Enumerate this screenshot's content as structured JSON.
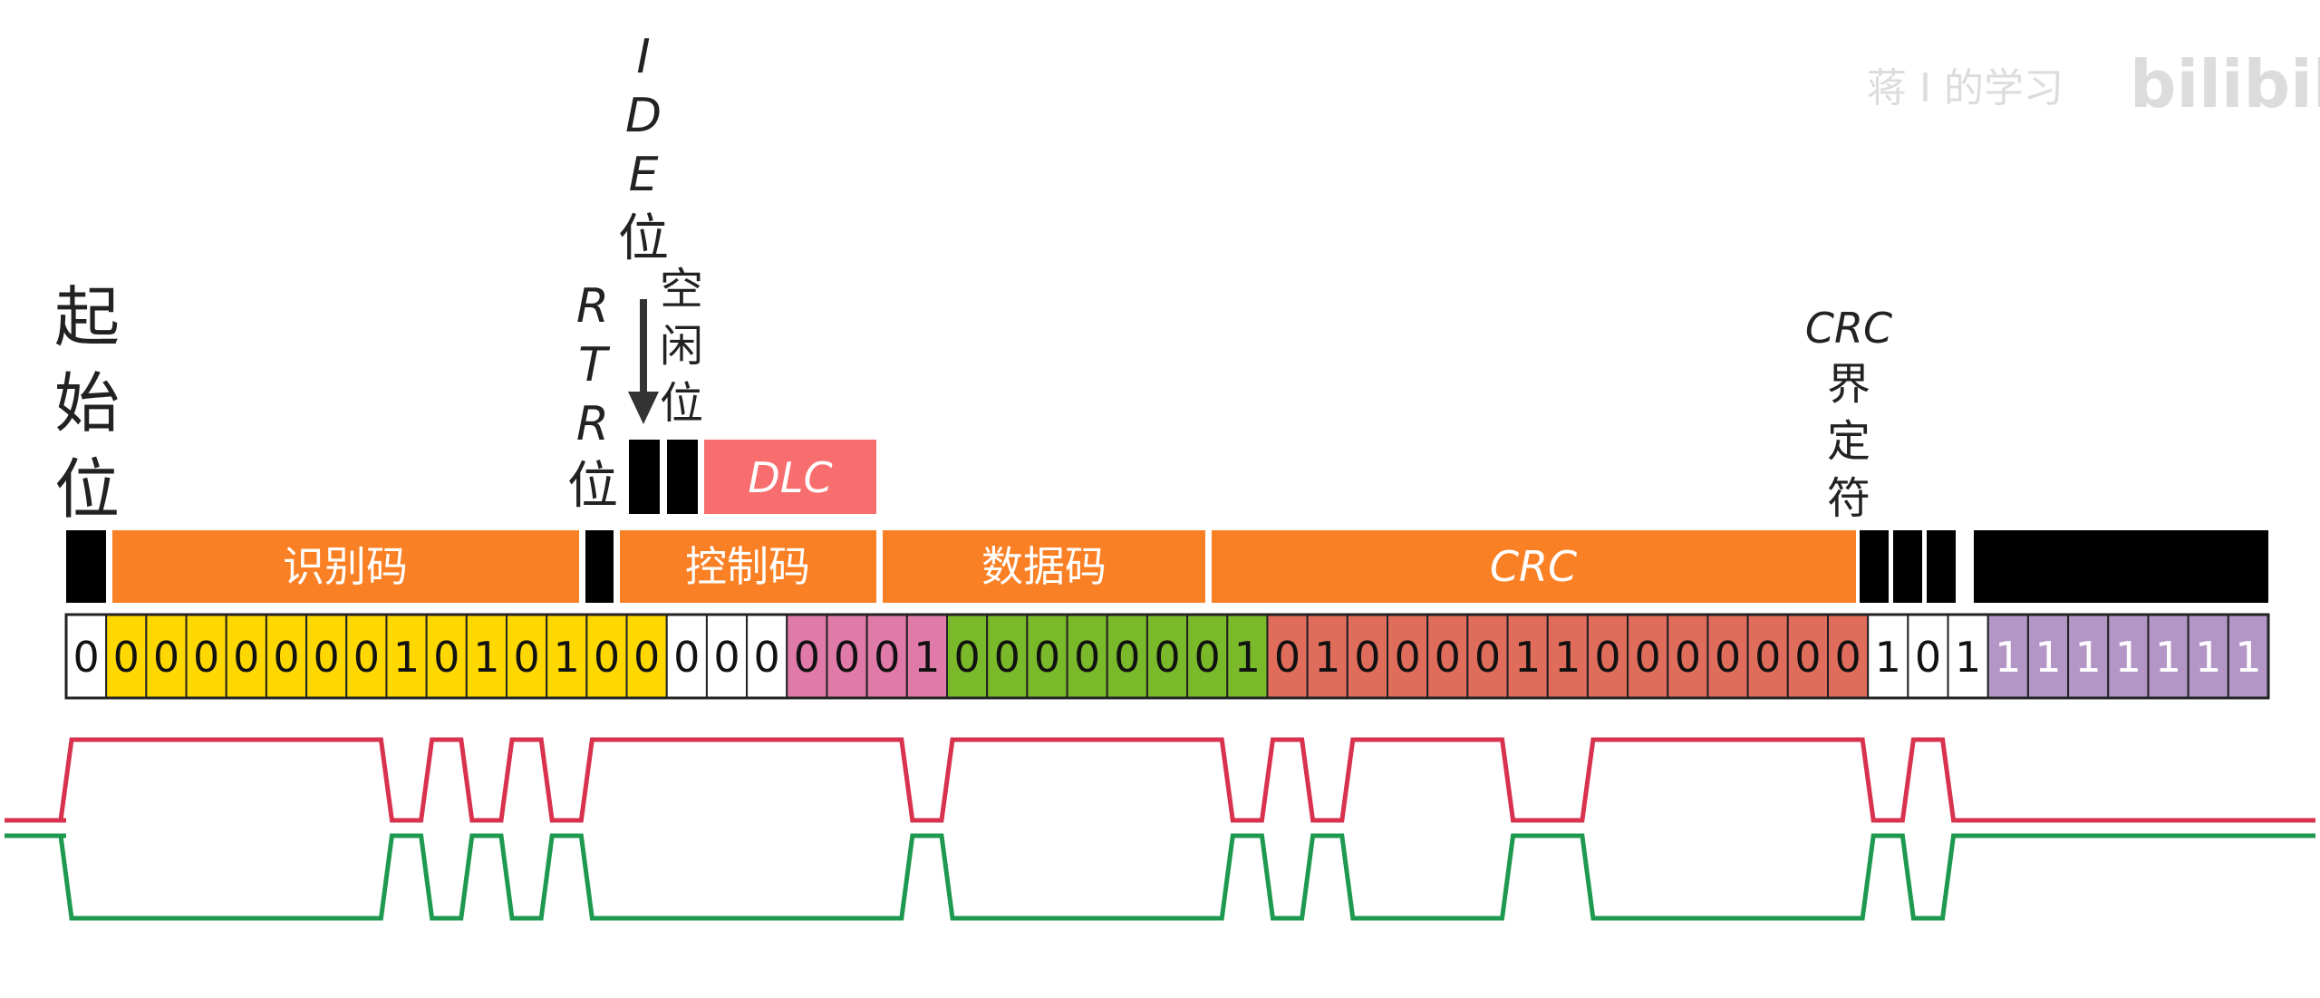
{
  "watermark": {
    "channel": "蒋 I 的学习",
    "site": "bilibili"
  },
  "labels": {
    "start_bit": [
      "起",
      "始",
      "位"
    ],
    "rtr_bit": [
      "R",
      "T",
      "R",
      "位"
    ],
    "ide_bit": [
      "I",
      "D",
      "E",
      "位"
    ],
    "idle_bit": [
      "空",
      "闲",
      "位"
    ],
    "dlc": "DLC",
    "crc_delimiter": [
      "CRC",
      "界",
      "定",
      "符"
    ]
  },
  "segments": {
    "identifier": "识别码",
    "control": "控制码",
    "data": "数据码",
    "crc": "CRC"
  },
  "bit_groups": [
    {
      "name": "sof",
      "bits": "0",
      "color": "#ffffff"
    },
    {
      "name": "identifier",
      "bits": "00000001010100",
      "color": "#ffd800"
    },
    {
      "name": "rtr",
      "bits": "0",
      "color": "#ffffff"
    },
    {
      "name": "ide_r0",
      "bits": "00",
      "color": "#ffffff"
    },
    {
      "name": "dlc",
      "bits": "0001",
      "color": "#e07aa8"
    },
    {
      "name": "data",
      "bits": "00000001",
      "color": "#7ab929"
    },
    {
      "name": "crc",
      "bits": "010000110000000",
      "color": "#e06c5c"
    },
    {
      "name": "crc_delim_ack",
      "bits": "101",
      "color": "#ffffff"
    },
    {
      "name": "eof",
      "bits": "1111111",
      "color": "#b395c6"
    }
  ],
  "colors": {
    "segment_bar": "#fa8025",
    "dlc_box": "#f86e6e",
    "canh": "#d8324e",
    "canl": "#1e9a50",
    "black": "#000000"
  }
}
